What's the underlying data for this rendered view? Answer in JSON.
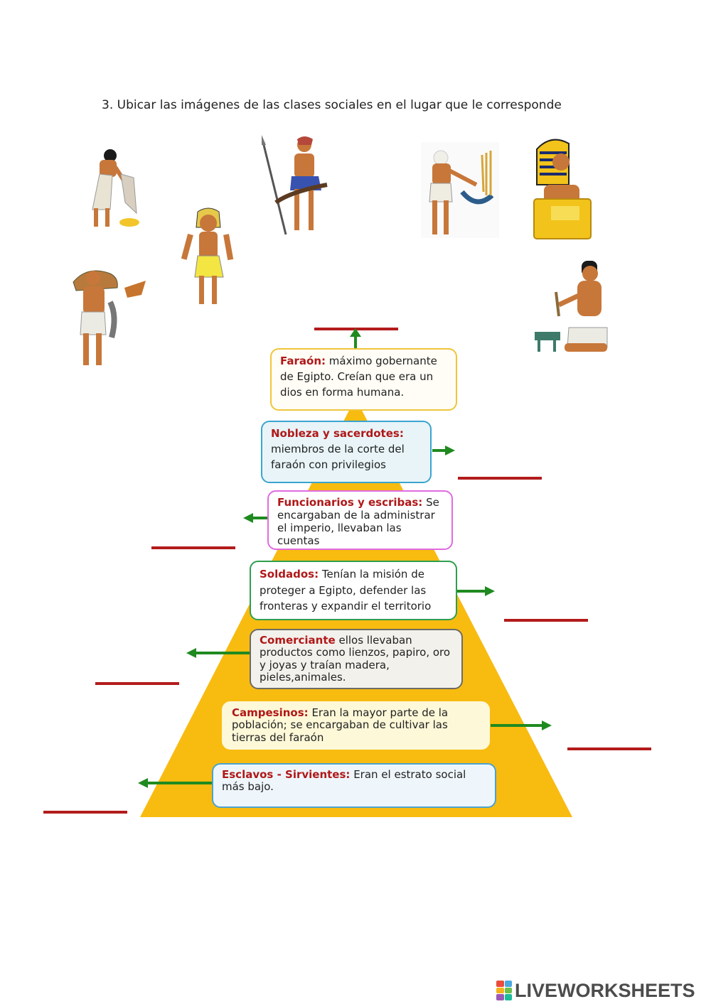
{
  "instruction": "3.  Ubicar las imágenes de las clases sociales en el lugar que le corresponde",
  "figures": [
    {
      "name": "peasant-harvesting-figure"
    },
    {
      "name": "pharaoh-child-figure"
    },
    {
      "name": "soldier-spear-figure"
    },
    {
      "name": "farmer-sickle-figure"
    },
    {
      "name": "pharaoh-throne-figure"
    },
    {
      "name": "hunter-servant-figure"
    },
    {
      "name": "scribe-figure"
    }
  ],
  "levels": [
    {
      "title": "Faraón:",
      "text": "máximo gobernante de Egipto. Creían que era un dios en forma humana."
    },
    {
      "title": "Nobleza y sacerdotes:",
      "text": "miembros de la corte del faraón con privilegios"
    },
    {
      "title": "Funcionarios y escribas:",
      "text": "Se encargaban de la administrar el imperio, llevaban las cuentas"
    },
    {
      "title": "Soldados:",
      "text": "Tenían la misión de proteger a Egipto, defender las fronteras y expandir el territorio"
    },
    {
      "title": "Comerciante",
      "text": "ellos llevaban productos como lienzos, papiro, oro y joyas y traían madera, pieles,animales."
    },
    {
      "title": "Campesinos:",
      "text": "Eran la mayor parte de la población; se encargaban de cultivar las tierras del faraón"
    },
    {
      "title": "Esclavos - Sirvientes:",
      "text": "Eran el estrato social más bajo."
    }
  ],
  "logo": "LIVEWORKSHEETS",
  "colors": {
    "pyramid": "#f8bb10",
    "title_red": "#b01818",
    "arrow_green": "#1f8a1f",
    "blank_red": "#b31b1b"
  }
}
